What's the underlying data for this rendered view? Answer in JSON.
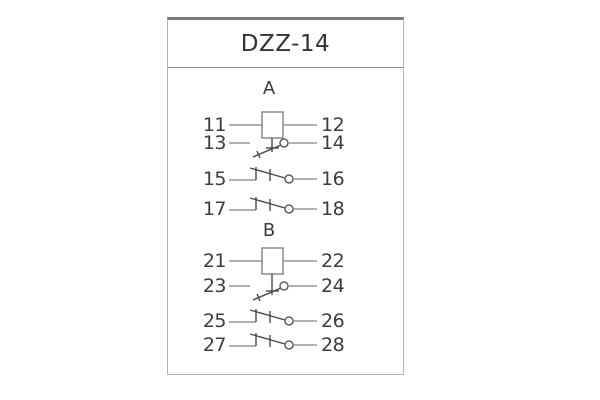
{
  "title": "DZZ-14",
  "sections": [
    {
      "label": "A",
      "rows": [
        {
          "left": "11",
          "right": "12",
          "symbol": "coil"
        },
        {
          "left": "13",
          "right": "14",
          "symbol": "contact-linked-to-coil"
        },
        {
          "left": "15",
          "right": "16",
          "symbol": "contact"
        },
        {
          "left": "17",
          "right": "18",
          "symbol": "contact"
        }
      ]
    },
    {
      "label": "B",
      "rows": [
        {
          "left": "21",
          "right": "22",
          "symbol": "coil"
        },
        {
          "left": "23",
          "right": "24",
          "symbol": "contact-linked-to-coil"
        },
        {
          "left": "25",
          "right": "26",
          "symbol": "contact"
        },
        {
          "left": "27",
          "right": "28",
          "symbol": "contact"
        }
      ]
    }
  ],
  "colors": {
    "wire": "#959595",
    "symbol": "#4a4a4a",
    "terminal_circle": "#5f5f5f",
    "text": "#3d3d3d",
    "panel_border": "#b4b4b4",
    "panel_border_top": "#787878",
    "background": "#ffffff"
  }
}
